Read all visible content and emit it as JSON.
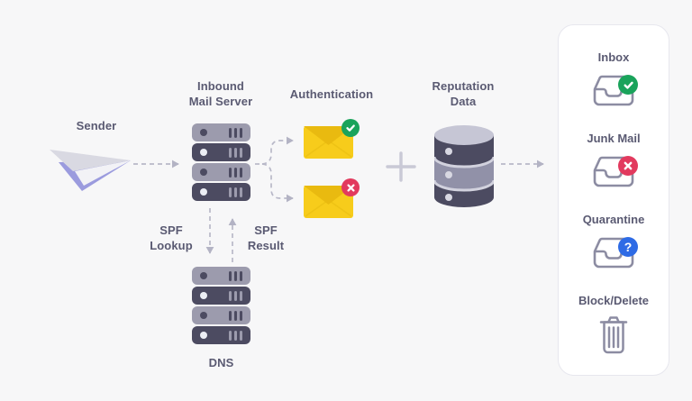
{
  "colors": {
    "background": "#f7f7f8",
    "panel_bg": "#ffffff",
    "panel_border": "#e7e7ee",
    "text": "#5a5a72",
    "server_light": "#9c9bad",
    "server_dark": "#4c4b61",
    "envelope_body": "#f7cc1b",
    "envelope_flap": "#e9ba10",
    "badge_green": "#1aa35b",
    "badge_red": "#e23a5e",
    "badge_blue": "#2e6be5",
    "connector": "#b5b5c5",
    "plane_gray": "#d9d9e2",
    "plane_purple": "#9b9bde",
    "icon_stroke": "#8c8ca2"
  },
  "nodes": {
    "sender": {
      "label": "Sender",
      "icon": "paper-plane-icon"
    },
    "inbound_mail_server": {
      "label": "Inbound Mail Server",
      "label_lines": [
        "Inbound",
        "Mail Server"
      ],
      "icon": "server-stack-icon"
    },
    "authentication": {
      "label": "Authentication",
      "pass_icon": "envelope-check-icon",
      "fail_icon": "envelope-cross-icon"
    },
    "plus": {
      "icon": "plus-icon"
    },
    "reputation_data": {
      "label": "Reputation Data",
      "label_lines": [
        "Reputation",
        "Data"
      ],
      "icon": "database-icon"
    },
    "dns": {
      "label": "DNS",
      "icon": "server-stack-icon"
    }
  },
  "edges": {
    "spf_lookup": {
      "label_lines": [
        "SPF",
        "Lookup"
      ]
    },
    "spf_result": {
      "label_lines": [
        "SPF",
        "Result"
      ]
    }
  },
  "outcomes": [
    {
      "label": "Inbox",
      "icon": "inbox-tray-icon",
      "badge": "check",
      "badge_color": "#1aa35b"
    },
    {
      "label": "Junk Mail",
      "icon": "inbox-tray-icon",
      "badge": "cross",
      "badge_color": "#e23a5e"
    },
    {
      "label": "Quarantine",
      "icon": "inbox-tray-icon",
      "badge": "question",
      "badge_glyph": "?",
      "badge_color": "#2e6be5"
    },
    {
      "label": "Block/Delete",
      "icon": "trash-icon",
      "badge": "none"
    }
  ]
}
